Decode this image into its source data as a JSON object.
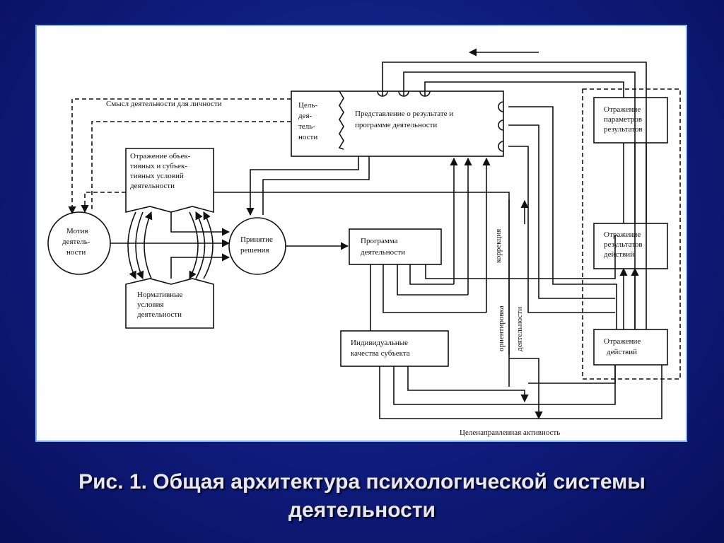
{
  "caption": {
    "line1": "Рис. 1. Общая архитектура психологической системы",
    "line2": "деятельности"
  },
  "diagram": {
    "labels": {
      "smysl": "Смысл деятельности для личности",
      "cel1": "Цель-",
      "cel2": "дея-",
      "cel3": "тель-",
      "cel4": "ности",
      "predst1": "Представление о результате и",
      "predst2": "программе деятельности",
      "otr_obj1": "Отражение объек-",
      "otr_obj2": "тивных и субъек-",
      "otr_obj3": "тивных условий",
      "otr_obj4": "деятельности",
      "motiv1": "Мотив",
      "motiv2": "деятель-",
      "motiv3": "ности",
      "prin1": "Принятие",
      "prin2": "решения",
      "prog1": "Программа",
      "prog2": "деятельности",
      "norm1": "Нормативные",
      "norm2": "условия",
      "norm3": "деятельности",
      "ind1": "Индивидуальные",
      "ind2": "качества субъекта",
      "par1": "Отражение",
      "par2": "параметров",
      "par3": "результатов",
      "res1": "Отражение",
      "res2": "результатов",
      "res3": "действий",
      "dej1": "Отражение",
      "dej2": "действий",
      "korr": "коррекция",
      "orient1": "ориентировка",
      "orient2": "деятельности",
      "celen": "Целенаправленная активность"
    }
  }
}
